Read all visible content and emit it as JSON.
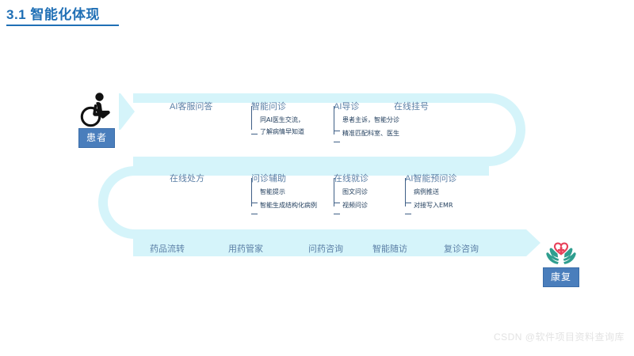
{
  "slide": {
    "title": "3.1 智能化体现",
    "accent_color": "#1f6fb5",
    "ribbon_color": "#d5f4fa",
    "label_color": "#5b7fa6",
    "detail_color": "#24405f",
    "badge_color": "#4a7ebc"
  },
  "endpoints": {
    "start": {
      "icon": "wheelchair-accessible-icon",
      "label": "患者"
    },
    "end": {
      "icon": "hands-holding-heart-icon",
      "label": "康复"
    }
  },
  "rows": [
    {
      "stages": [
        {
          "label": "AI客服问答",
          "details": []
        },
        {
          "label": "智能问诊",
          "details": [
            "同AI医生交流，",
            "了解病情早知道"
          ],
          "bracket_ticks": 1
        },
        {
          "label": "AI导诊",
          "details": [
            "患者主诉，智能分诊",
            "精准匹配科室、医生"
          ],
          "bracket_ticks": 2
        },
        {
          "label": "在线挂号",
          "details": []
        }
      ]
    },
    {
      "stages": [
        {
          "label": "在线处方",
          "details": []
        },
        {
          "label": "问诊辅助",
          "details": [
            "智能提示",
            "智能生成结构化病例"
          ],
          "bracket_ticks": 2
        },
        {
          "label": "在线就诊",
          "details": [
            "图文问诊",
            "视频问诊"
          ],
          "bracket_ticks": 2
        },
        {
          "label": "AI智能预问诊",
          "details": [
            "病例推送",
            "对接写入EMR"
          ],
          "bracket_ticks": 2
        }
      ]
    },
    {
      "stages": [
        {
          "label": "药品流转",
          "details": []
        },
        {
          "label": "用药管家",
          "details": []
        },
        {
          "label": "问药咨询",
          "details": []
        },
        {
          "label": "智能随访",
          "details": []
        },
        {
          "label": "复诊咨询",
          "details": []
        }
      ]
    }
  ],
  "watermark": "CSDN @软件项目资料查询库"
}
